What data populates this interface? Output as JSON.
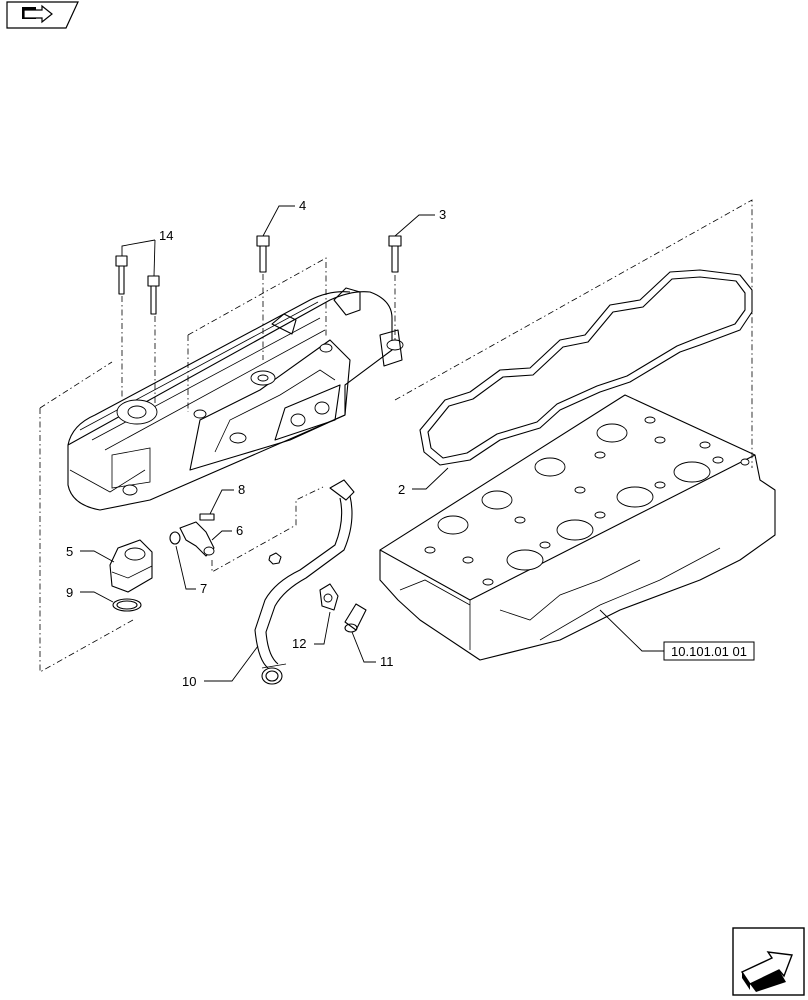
{
  "callouts": {
    "c2": "2",
    "c3": "3",
    "c4": "4",
    "c5": "5",
    "c6": "6",
    "c7": "7",
    "c8": "8",
    "c9": "9",
    "c10": "10",
    "c11": "11",
    "c12": "12",
    "c14": "14"
  },
  "reference_box": "10.101.01 01",
  "icons": {
    "top_left": "book-navigation-icon",
    "bottom_right": "next-page-arrow-icon"
  }
}
